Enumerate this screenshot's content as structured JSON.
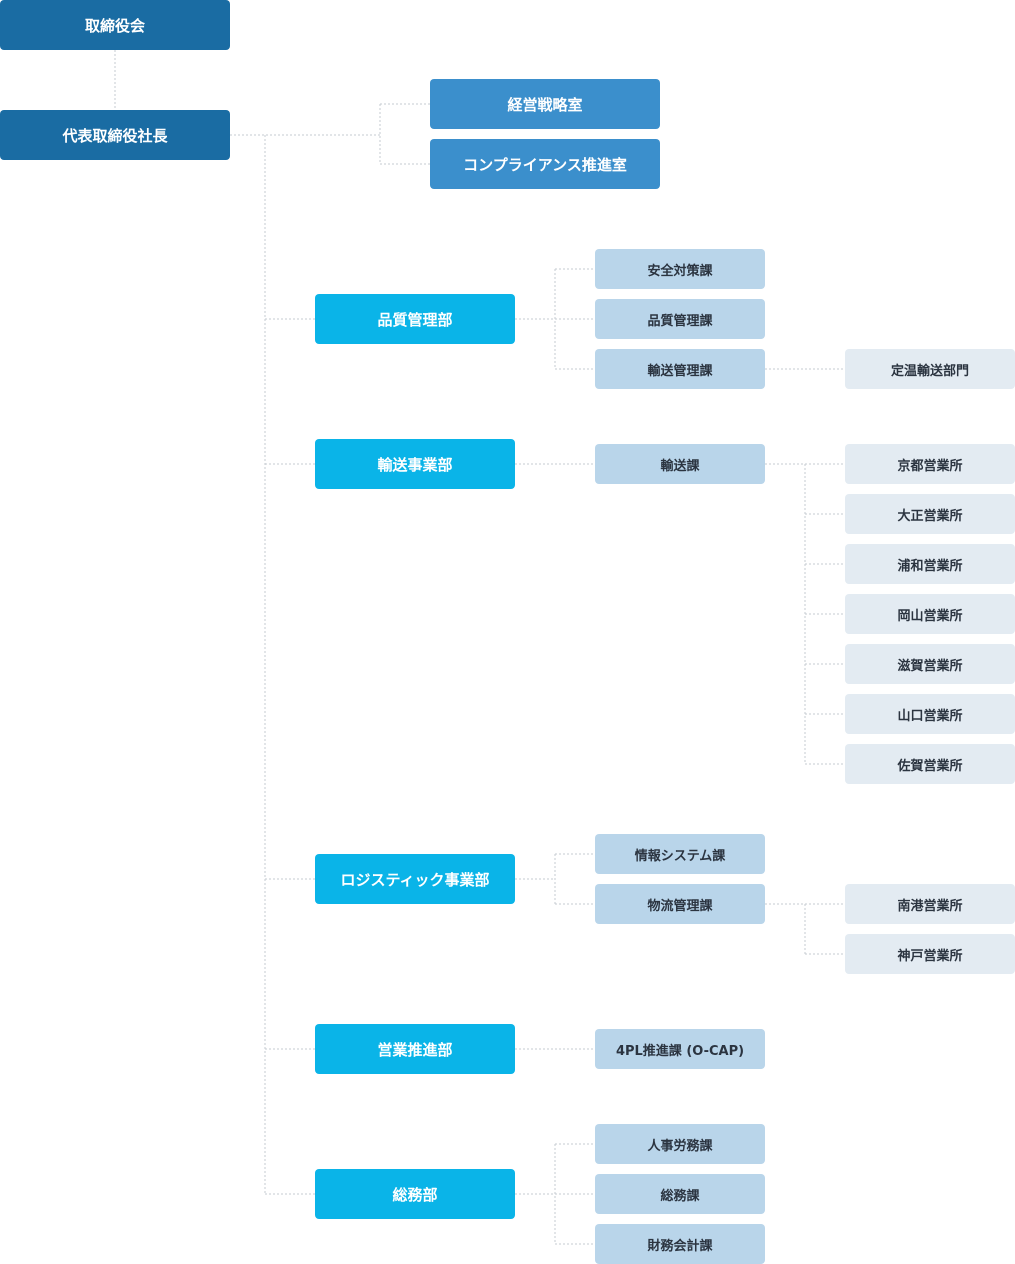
{
  "top": {
    "board": "取締役会",
    "president": "代表取締役社長"
  },
  "staff": [
    "経営戦略室",
    "コンプライアンス推進室"
  ],
  "departments": [
    {
      "name": "品質管理部",
      "sections": [
        "安全対策課",
        "品質管理課",
        "輸送管理課"
      ],
      "offices": [
        "定温輸送部門"
      ]
    },
    {
      "name": "輸送事業部",
      "sections": [
        "輸送課"
      ],
      "offices": [
        "京都営業所",
        "大正営業所",
        "浦和営業所",
        "岡山営業所",
        "滋賀営業所",
        "山口営業所",
        "佐賀営業所"
      ]
    },
    {
      "name": "ロジスティック事業部",
      "sections": [
        "情報システム課",
        "物流管理課"
      ],
      "offices": [
        "南港営業所",
        "神戸営業所"
      ]
    },
    {
      "name": "営業推進部",
      "sections": [
        "4PL推進課 (O-CAP)"
      ],
      "offices": []
    },
    {
      "name": "総務部",
      "sections": [
        "人事労務課",
        "総務課",
        "財務会計課"
      ],
      "offices": []
    }
  ]
}
